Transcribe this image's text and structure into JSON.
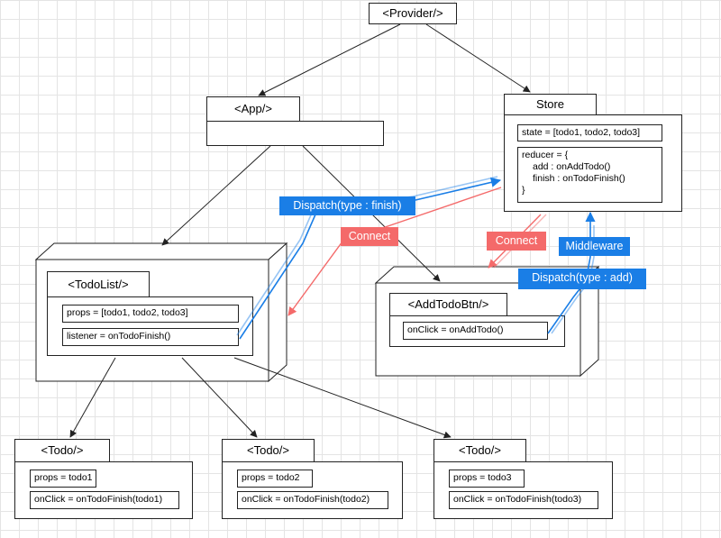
{
  "provider": {
    "label": "<Provider/>"
  },
  "app": {
    "label": "<App/>"
  },
  "store": {
    "label": "Store",
    "state": "state = [todo1, todo2, todo3]",
    "reducer_lines": [
      "reducer = {",
      "add : onAddTodo()",
      "finish : onTodoFinish()",
      "}"
    ]
  },
  "todolist": {
    "label": "<TodoList/>",
    "props": "props = [todo1, todo2, todo3]",
    "listener": "listener = onTodoFinish()"
  },
  "addtodobtn": {
    "label": "<AddTodoBtn/>",
    "onclick": "onClick = onAddTodo()"
  },
  "todos": [
    {
      "label": "<Todo/>",
      "props": "props = todo1",
      "onclick": "onClick = onTodoFinish(todo1)"
    },
    {
      "label": "<Todo/>",
      "props": "props = todo2",
      "onclick": "onClick = onTodoFinish(todo2)"
    },
    {
      "label": "<Todo/>",
      "props": "props = todo3",
      "onclick": "onClick = onTodoFinish(todo3)"
    }
  ],
  "badges": {
    "dispatch_finish": "Dispatch(type : finish)",
    "connect_left": "Connect",
    "connect_right": "Connect",
    "middleware": "Middleware",
    "dispatch_add": "Dispatch(type : add)"
  },
  "colors": {
    "dispatch": "#1a7ee6",
    "connect": "#f46a6a",
    "line": "#222222"
  }
}
